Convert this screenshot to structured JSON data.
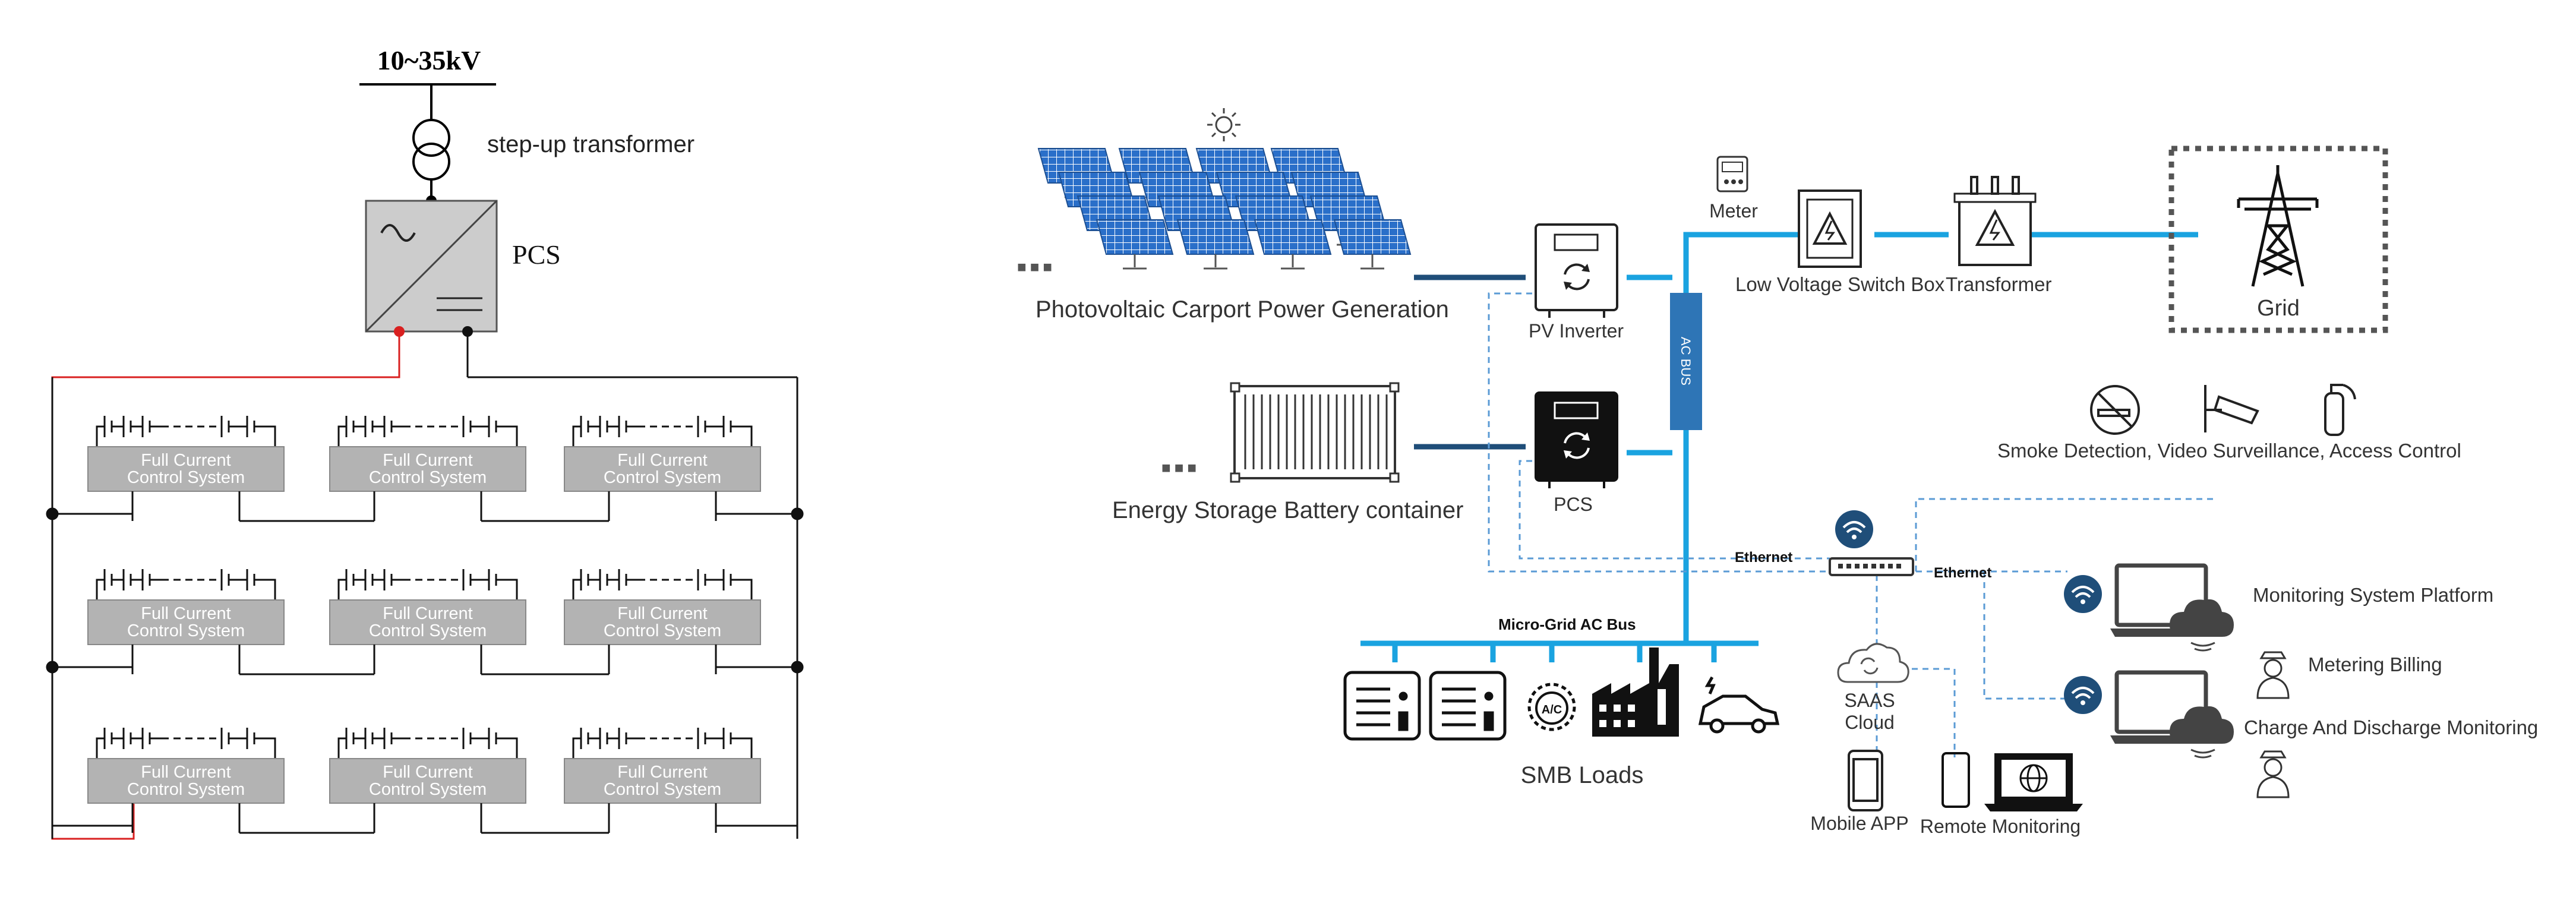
{
  "left": {
    "voltage_label": "10~35kV",
    "transformer_label": "step-up transformer",
    "pcs_label": "PCS",
    "module_line1": "Full Current",
    "module_line2": "Control System"
  },
  "right": {
    "pv_label": "Photovoltaic Carport Power Generation",
    "ess_label": "Energy Storage Battery container",
    "pv_inverter_label": "PV Inverter",
    "pcs_label": "PCS",
    "ac_bus_label": "AC BUS",
    "meter_label": "Meter",
    "switch_box_label": "Low Voltage Switch Box",
    "transformer_label": "Transformer",
    "grid_label": "Grid",
    "security_label": "Smoke Detection, Video Surveillance, Access Control",
    "ethernet_left": "Ethernet",
    "ethernet_right": "Ethernet",
    "microgrid_label": "Micro-Grid AC Bus",
    "loads_label": "SMB Loads",
    "saas_line1": "SAAS",
    "saas_line2": "Cloud",
    "mobile_app_label": "Mobile APP",
    "remote_label": "Remote Monitoring",
    "platform_label": "Monitoring System Platform",
    "billing_label": "Metering Billing",
    "charge_label": "Charge And Discharge Monitoring",
    "ellipsis": "■■■"
  },
  "colors": {
    "bus_blue": "#1aa3e0",
    "dark_line": "#1f4e79",
    "dashed": "#5b9bd5",
    "ac_bus_fill": "#2e75b6",
    "module_gray": "#b3b3b3",
    "red_wire": "#d92020"
  }
}
